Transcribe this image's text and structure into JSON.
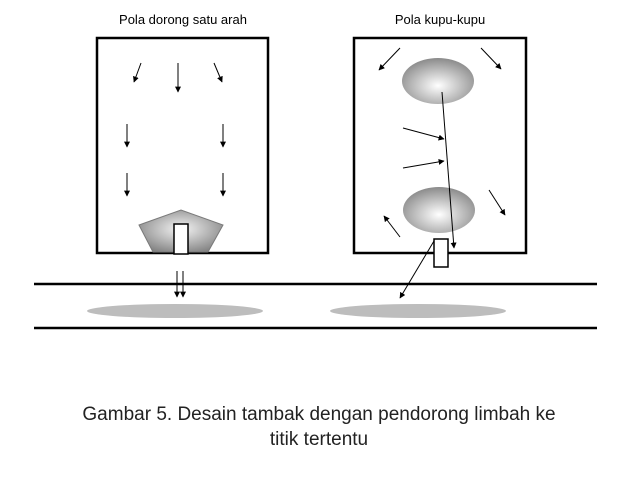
{
  "panels": {
    "left_title": "Pola dorong satu arah",
    "right_title": "Pola kupu-kupu"
  },
  "caption": {
    "line1": "Gambar 5. Desain tambak dengan pendorong limbah ke",
    "line2": "titik tertentu"
  },
  "colors": {
    "stroke": "#000000",
    "shade_dark": "#8a8a8a",
    "shade_light": "#f2f2f2",
    "sludge": "#bdbdbd"
  },
  "icons": [
    "arrow-icon"
  ]
}
